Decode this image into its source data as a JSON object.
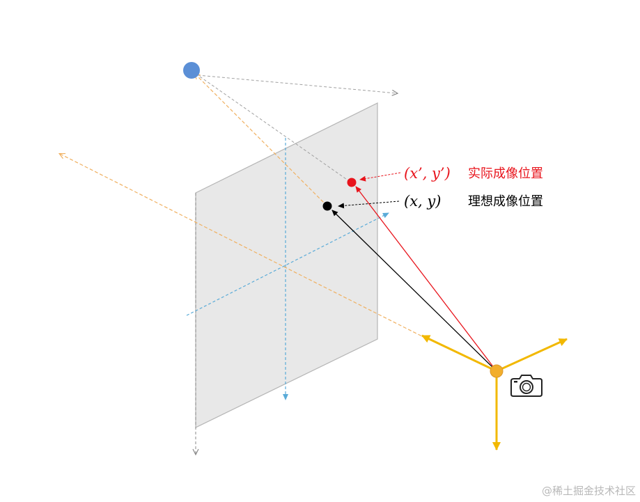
{
  "labels": {
    "actual_coord": "(x’, y’)",
    "actual_desc": "实际成像位置",
    "ideal_coord": "(x, y)",
    "ideal_desc": "理想成像位置"
  },
  "watermark": "@稀土掘金技术社区",
  "colors": {
    "plane_fill": "#e8e8e8",
    "plane_edge": "#b5b5b5",
    "world_point": "#5b8fd6",
    "orange_ray": "#f0b060",
    "gray_ray": "#a0a0a0",
    "blue_axis": "#5aabd8",
    "actual": "#e8141c",
    "ideal": "#000000",
    "camera_axes": "#f2b800",
    "camera_center": "#f2ae2c"
  },
  "icons": {
    "camera": "camera-icon"
  }
}
